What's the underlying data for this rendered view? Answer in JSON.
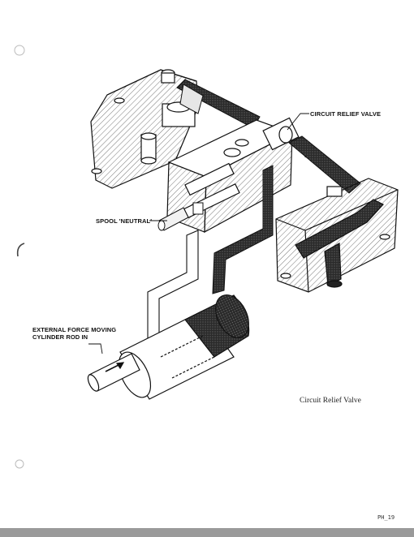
{
  "labels": {
    "circuit_relief_valve": "CIRCUIT RELIEF VALVE",
    "spool_neutral": "SPOOL 'NEUTRAL'",
    "external_force_line1": "EXTERNAL FORCE MOVING",
    "external_force_line2": "CYLINDER ROD IN"
  },
  "caption": "Circuit Relief Valve",
  "page_number": "PH_19",
  "colors": {
    "ink": "#111111",
    "hatch": "#555555",
    "bar": "#9a9a9a"
  }
}
